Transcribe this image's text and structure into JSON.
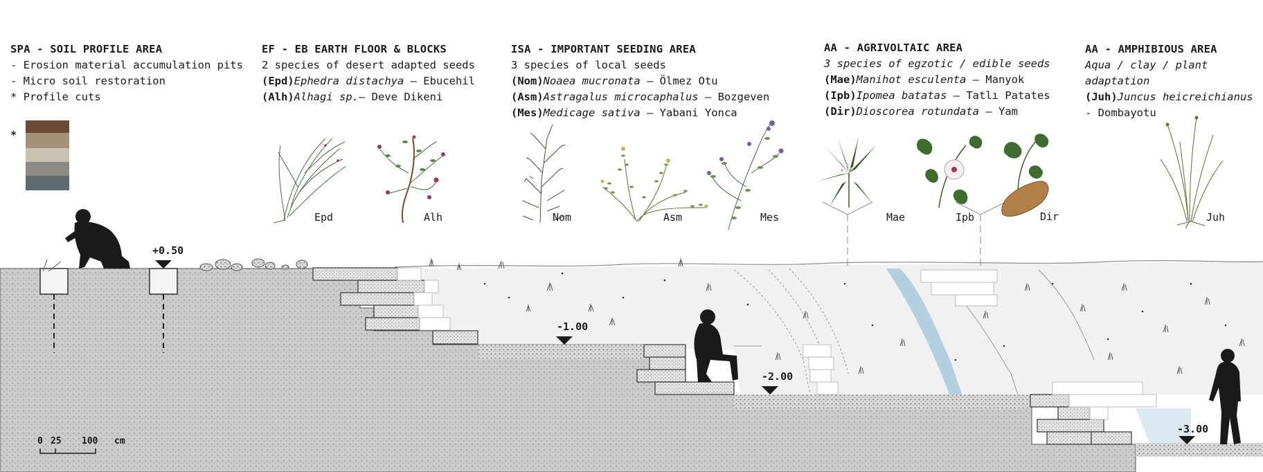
{
  "zones": [
    {
      "id": "spa",
      "title": "SPA - SOIL PROFILE AREA",
      "lines": [
        {
          "text": "- Erosion material accumulation pits"
        },
        {
          "text": "- Micro soil restoration"
        },
        {
          "text": "* Profile cuts"
        }
      ],
      "marker": "*"
    },
    {
      "id": "ef",
      "title": "EF - EB EARTH FLOOR & BLOCKS",
      "lines": [
        {
          "text": "2 species of desert adapted seeds"
        },
        {
          "code": "(Epd)",
          "latin": "Ephedra distachya",
          "local": " – Ebucehil"
        },
        {
          "code": "(Alh)",
          "latin": "Alhagi sp.",
          "local": "– Deve Dikeni"
        }
      ]
    },
    {
      "id": "isa",
      "title": "ISA - IMPORTANT SEEDING AREA",
      "lines": [
        {
          "text": "3 species of local seeds"
        },
        {
          "code": "(Nom)",
          "latin": "Noaea mucronata",
          "local": " – Ölmez Otu"
        },
        {
          "code": "(Asm)",
          "latin": "Astragalus microcaphalus",
          "local": " – Bozgeven"
        },
        {
          "code": "(Mes)",
          "latin": "Medicage sativa",
          "local": " – Yabani Yonca"
        }
      ]
    },
    {
      "id": "aa1",
      "title": "AA - AGRIVOLTAIC AREA",
      "lines": [
        {
          "italic": "3 species of egzotic / edible seeds"
        },
        {
          "code": "(Mae)",
          "latin": "Manihot esculenta",
          "local": " – Manyok"
        },
        {
          "code": "(Ipb)",
          "latin": "Ipomea batatas",
          "local": " – Tatlı Patates"
        },
        {
          "code": "(Dir)",
          "latin": "Dioscorea rotundata",
          "local": " – Yam"
        }
      ]
    },
    {
      "id": "aa2",
      "title": "AA - AMPHIBIOUS AREA",
      "lines": [
        {
          "italic": "Aqua / clay / plant"
        },
        {
          "italic": "adaptation"
        },
        {
          "code": "(Juh)",
          "latin": "Juncus heicreichianus",
          "local": ""
        },
        {
          "text": "- Dombayotu"
        }
      ]
    }
  ],
  "plants": [
    "Epd",
    "Alh",
    "Nom",
    "Asm",
    "Mes",
    "Mae",
    "Ipb",
    "Dir",
    "Juh"
  ],
  "elevations": [
    "+0.50",
    "-1.00",
    "-2.00",
    "-3.00"
  ],
  "scale": {
    "n0": "0",
    "n1": "25",
    "n2": "100",
    "unit": "cm"
  },
  "colors": {
    "soil": "#c9c9c9",
    "soil_light": "#eeeeee",
    "gravel": "#bdbdbd",
    "water": "#a9c9dc",
    "figure": "#1a1a1a",
    "plant_green": "#3f6b2e",
    "plant_pink": "#9b3b5a"
  }
}
